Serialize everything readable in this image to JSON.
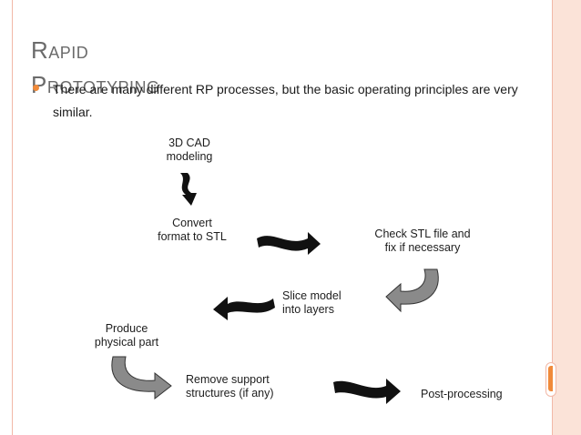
{
  "slide": {
    "title_line1": "Rapid",
    "title_line2": "Prototyping",
    "bullet": "There are many different RP processes, but the basic operating principles are very similar."
  },
  "flow": {
    "step1_line1": "3D CAD",
    "step1_line2": "modeling",
    "step2_line1": "Convert",
    "step2_line2": "format to STL",
    "step3_line1": "Check STL file and",
    "step3_line2": "fix if necessary",
    "step4_line1": "Slice model",
    "step4_line2": "into layers",
    "step5_line1": "Produce",
    "step5_line2": "physical part",
    "step6_line1": "Remove support",
    "step6_line2": "structures (if any)",
    "step7": "Post-processing"
  },
  "colors": {
    "accent": "#f08a3a",
    "border": "#f2b8a6",
    "arrow_dark": "#111111",
    "arrow_gray": "#8a8a8a"
  }
}
